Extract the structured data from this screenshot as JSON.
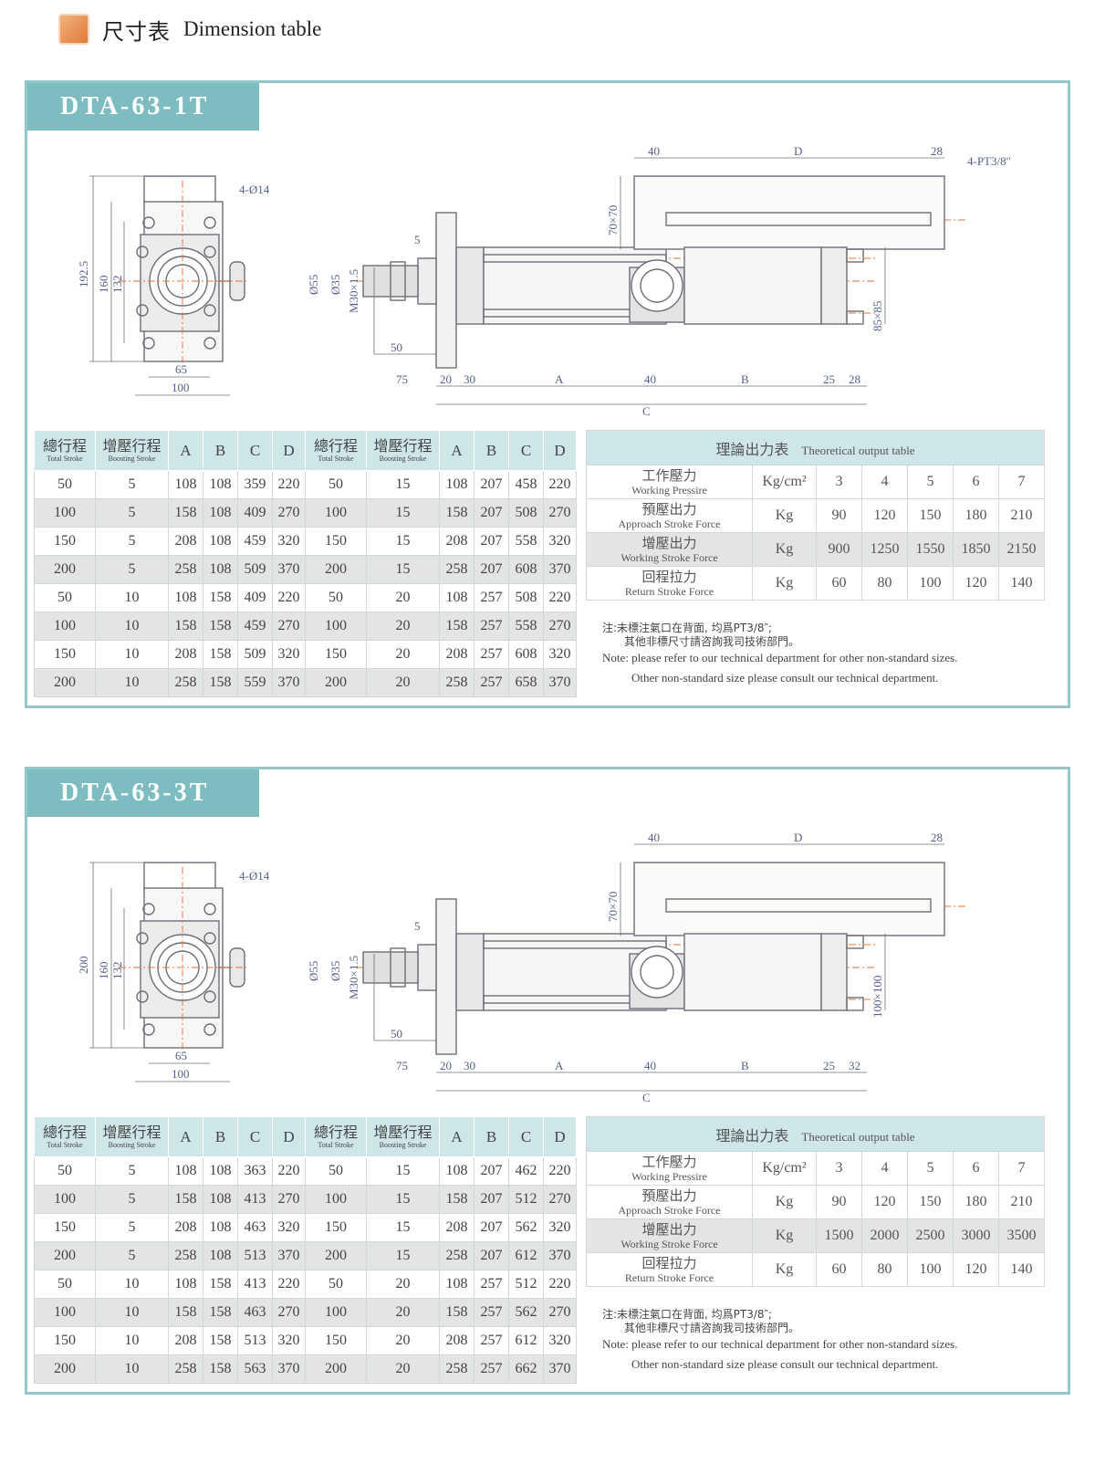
{
  "header": {
    "title_cn": "尺寸表",
    "title_en": "Dimension table"
  },
  "table_headers": {
    "total_stroke_cn": "總行程",
    "total_stroke_en": "Total Stroke",
    "boosting_stroke_cn": "增壓行程",
    "boosting_stroke_en": "Boosting Stroke",
    "a": "A",
    "b": "B",
    "c": "C",
    "d": "D"
  },
  "output_table_labels": {
    "title_cn": "理論出力表",
    "title_en": "Theoretical output table",
    "working_pressure_cn": "工作壓力",
    "working_pressure_en": "Working Pressire",
    "approach_cn": "預壓出力",
    "approach_en": "Approach Stroke Force",
    "working_stroke_cn": "增壓出力",
    "working_stroke_en": "Working Stroke Force",
    "return_cn": "回程拉力",
    "return_en": "Return Stroke Force",
    "unit_pressure": "Kg/cm²",
    "unit_force": "Kg"
  },
  "notes": {
    "cn_line1": "注:未標注氣口在背面, 均爲PT3/8″;",
    "cn_line2": "其他非標尺寸請咨詢我司技術部門。",
    "en_line1": "Note: please refer to our technical department for other non-standard sizes.",
    "en_line2": "Other non-standard size please consult our technical department."
  },
  "models": [
    {
      "name": "DTA-63-1T",
      "drawing": {
        "hole": "4-Ø14",
        "port": "4-PT3/8″",
        "dim_40": "40",
        "dim_d": "D",
        "dim_28": "28",
        "dim_70x70": "70×70",
        "dim_body": "192.5",
        "dim_160": "160",
        "dim_132": "132",
        "dim_65": "65",
        "dim_100": "100",
        "dim_5": "5",
        "dim_55": "Ø55",
        "dim_35": "Ø35",
        "thread": "M30×1.5",
        "dim_50": "50",
        "dim_75": "75",
        "dim_20": "20",
        "dim_30": "30",
        "dim_a": "A",
        "dim_40b": "40",
        "dim_b": "B",
        "dim_25": "25",
        "dim_end": "28",
        "dim_c": "C",
        "dim_square": "85×85"
      },
      "rows": [
        [
          50,
          5,
          108,
          108,
          359,
          220,
          50,
          15,
          108,
          207,
          458,
          220
        ],
        [
          100,
          5,
          158,
          108,
          409,
          270,
          100,
          15,
          158,
          207,
          508,
          270
        ],
        [
          150,
          5,
          208,
          108,
          459,
          320,
          150,
          15,
          208,
          207,
          558,
          320
        ],
        [
          200,
          5,
          258,
          108,
          509,
          370,
          200,
          15,
          258,
          207,
          608,
          370
        ],
        [
          50,
          10,
          108,
          158,
          409,
          220,
          50,
          20,
          108,
          257,
          508,
          220
        ],
        [
          100,
          10,
          158,
          158,
          459,
          270,
          100,
          20,
          158,
          257,
          558,
          270
        ],
        [
          150,
          10,
          208,
          158,
          509,
          320,
          150,
          20,
          208,
          257,
          608,
          320
        ],
        [
          200,
          10,
          258,
          158,
          559,
          370,
          200,
          20,
          258,
          257,
          658,
          370
        ]
      ],
      "output": {
        "pressures": [
          3,
          4,
          5,
          6,
          7
        ],
        "approach": [
          90,
          120,
          150,
          180,
          210
        ],
        "working": [
          900,
          1250,
          1550,
          1850,
          2150
        ],
        "return": [
          60,
          80,
          100,
          120,
          140
        ]
      }
    },
    {
      "name": "DTA-63-3T",
      "drawing": {
        "hole": "4-Ø14",
        "port": "",
        "dim_40": "40",
        "dim_d": "D",
        "dim_28": "28",
        "dim_70x70": "70×70",
        "dim_body": "200",
        "dim_160": "160",
        "dim_132": "132",
        "dim_65": "65",
        "dim_100": "100",
        "dim_5": "5",
        "dim_55": "Ø55",
        "dim_35": "Ø35",
        "thread": "M30×1.5",
        "dim_50": "50",
        "dim_75": "75",
        "dim_20": "20",
        "dim_30": "30",
        "dim_a": "A",
        "dim_40b": "40",
        "dim_b": "B",
        "dim_25": "25",
        "dim_end": "32",
        "dim_c": "C",
        "dim_square": "100×100"
      },
      "rows": [
        [
          50,
          5,
          108,
          108,
          363,
          220,
          50,
          15,
          108,
          207,
          462,
          220
        ],
        [
          100,
          5,
          158,
          108,
          413,
          270,
          100,
          15,
          158,
          207,
          512,
          270
        ],
        [
          150,
          5,
          208,
          108,
          463,
          320,
          150,
          15,
          208,
          207,
          562,
          320
        ],
        [
          200,
          5,
          258,
          108,
          513,
          370,
          200,
          15,
          258,
          207,
          612,
          370
        ],
        [
          50,
          10,
          108,
          158,
          413,
          220,
          50,
          20,
          108,
          257,
          512,
          220
        ],
        [
          100,
          10,
          158,
          158,
          463,
          270,
          100,
          20,
          158,
          257,
          562,
          270
        ],
        [
          150,
          10,
          208,
          158,
          513,
          320,
          150,
          20,
          208,
          257,
          612,
          320
        ],
        [
          200,
          10,
          258,
          158,
          563,
          370,
          200,
          20,
          258,
          257,
          662,
          370
        ]
      ],
      "output": {
        "pressures": [
          3,
          4,
          5,
          6,
          7
        ],
        "approach": [
          90,
          120,
          150,
          180,
          210
        ],
        "working": [
          1500,
          2000,
          2500,
          3000,
          3500
        ],
        "return": [
          60,
          80,
          100,
          120,
          140
        ]
      }
    }
  ]
}
